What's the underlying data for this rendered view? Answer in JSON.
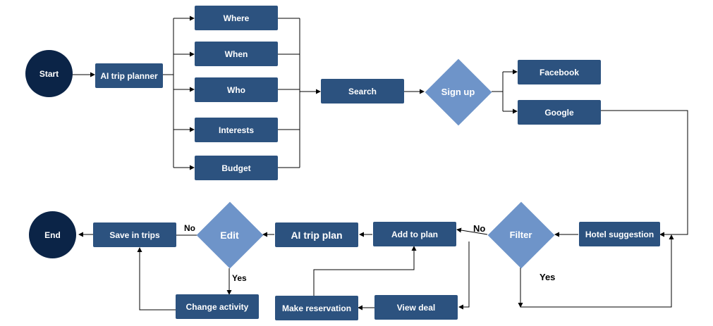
{
  "nodes": {
    "start": "Start",
    "ai_trip_planner": "AI trip planner",
    "where": "Where",
    "when": "When",
    "who": "Who",
    "interests": "Interests",
    "budget": "Budget",
    "search": "Search",
    "sign_up": "Sign up",
    "facebook": "Facebook",
    "google": "Google",
    "hotel_suggestion": "Hotel suggestion",
    "filter": "Filter",
    "add_to_plan": "Add to plan",
    "view_deal": "View deal",
    "make_reservation": "Make reservation",
    "ai_trip_plan": "AI trip plan",
    "edit": "Edit",
    "change_activity": "Change activity",
    "save_in_trips": "Save in trips",
    "end": "End"
  },
  "edge_labels": {
    "filter_no": "No",
    "filter_yes": "Yes",
    "edit_no": "No",
    "edit_yes": "Yes"
  },
  "colors": {
    "box": "#2c527f",
    "decision": "#6e94c9",
    "terminal": "#0b2447",
    "line": "#000000"
  }
}
